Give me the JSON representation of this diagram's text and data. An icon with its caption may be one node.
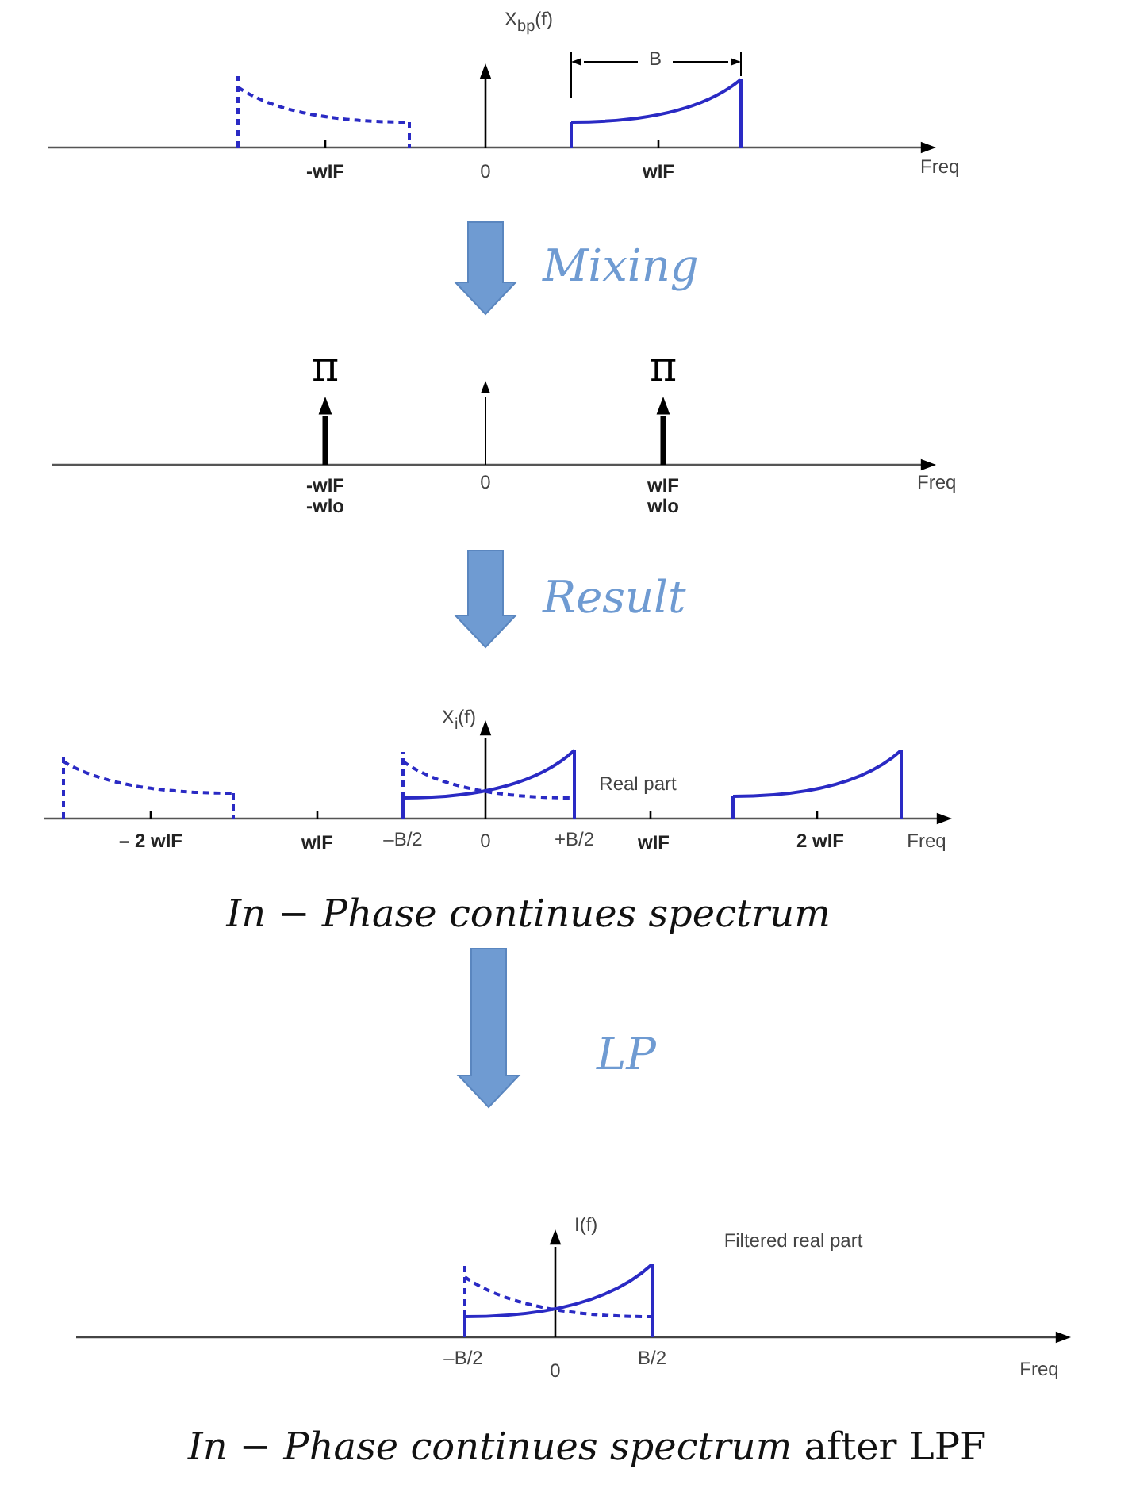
{
  "diagram": {
    "nodes": [
      {
        "text": [
          "X$_{bp}$(f)",
          "B",
          "-wIF",
          "0",
          "wIF",
          "Freq"
        ]
      },
      {
        "text": [
          "π",
          "π",
          "-wIF",
          "-wlo",
          "0",
          "wIF",
          "wlo",
          "Freq"
        ]
      },
      {
        "text": [
          "X$_{i}$(f)",
          "Real part",
          "– 2 wIF",
          "wIF",
          "–B/2",
          "0",
          "+B/2",
          "wIF",
          "2 wIF",
          "Freq"
        ],
        "beside": [
          "In − Phase continues spectrum"
        ]
      },
      {
        "text": [
          "I(f)",
          "Filtered real part",
          "–B/2",
          "0",
          "B/2",
          "Freq"
        ],
        "beside": [
          "*In − Phase continues spectrum* after LPF"
        ]
      }
    ],
    "edges": [
      {
        "from": 0,
        "to": 1,
        "arrow": "to",
        "label": "Mixing"
      },
      {
        "from": 1,
        "to": 2,
        "arrow": "to",
        "label": "Result"
      },
      {
        "from": 2,
        "to": 3,
        "arrow": "to",
        "label": "LP"
      }
    ]
  }
}
